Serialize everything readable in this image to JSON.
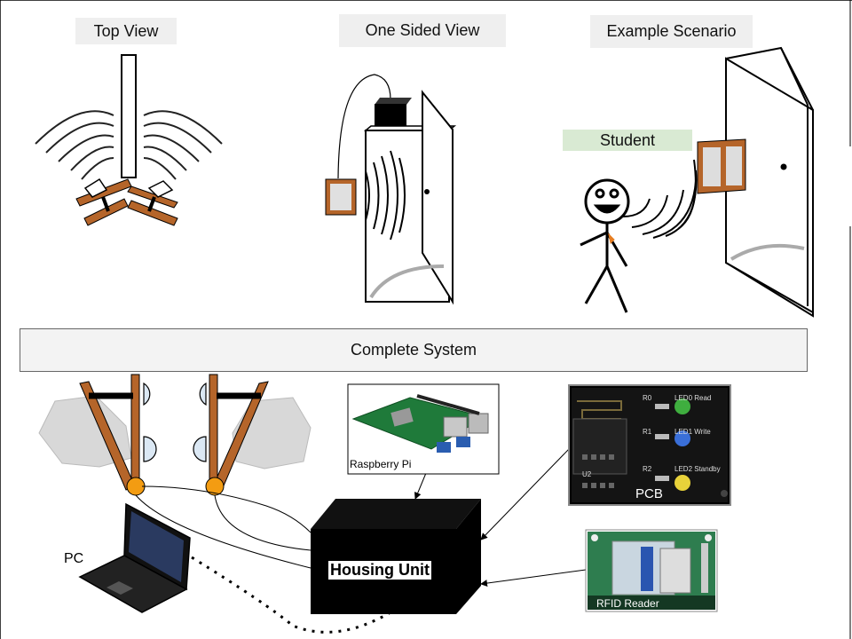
{
  "panels": {
    "top_view": "Top View",
    "one_sided_view": "One Sided View",
    "example_scenario": "Example Scenario",
    "student": "Student"
  },
  "system": {
    "title": "Complete System",
    "raspberry_pi": "Raspberry Pi",
    "housing_unit": "Housing Unit",
    "pcb": "PCB",
    "pcb_labels": {
      "r0": "R0",
      "r1": "R1",
      "r2": "R2",
      "u2": "U2",
      "led0": "LED0 Read",
      "led1": "LED1 Write",
      "led2": "LED2 Standby"
    },
    "rfid_reader": "RFID Reader",
    "pc": "PC"
  },
  "colors": {
    "wood": "#b5652a",
    "antenna": "#e0e0e0",
    "student_bg": "#d9ead3",
    "label_bg": "#efefef",
    "orange_dot": "#f39c12",
    "pcb_bg": "#111111",
    "rfid_board": "#2e7d4f"
  }
}
